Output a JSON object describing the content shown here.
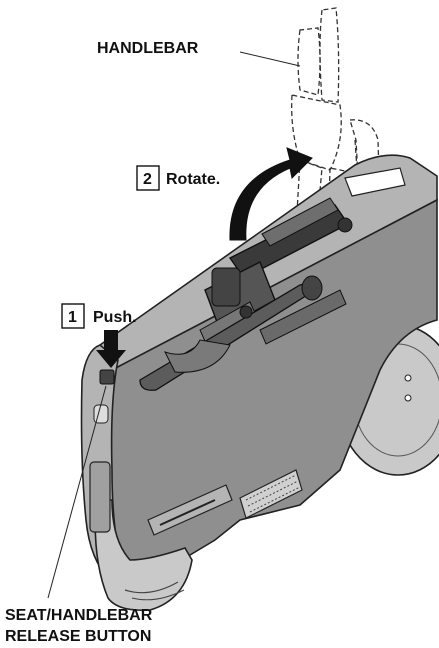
{
  "labels": {
    "handlebar": "HANDLEBAR",
    "release_line1": "SEAT/HANDLEBAR",
    "release_line2": "RELEASE BUTTON"
  },
  "steps": [
    {
      "number": "1",
      "text": "Push."
    },
    {
      "number": "2",
      "text": "Rotate."
    }
  ],
  "colors": {
    "body_fill": "#8f8f8f",
    "body_dark": "#6e6e6e",
    "body_light": "#b4b4b4",
    "wheel_fill": "#c9c9c9",
    "outline": "#222222",
    "arrow": "#111111"
  }
}
